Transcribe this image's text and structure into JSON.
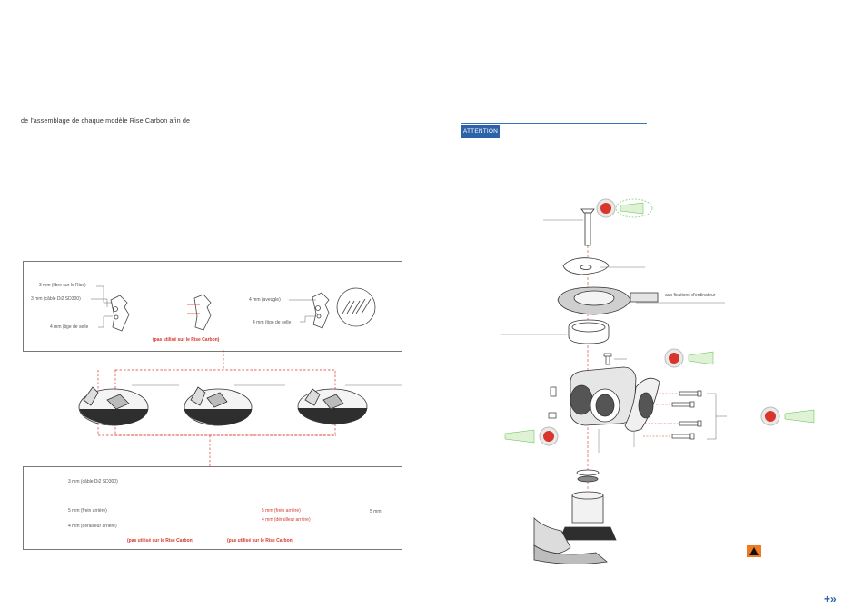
{
  "intro_text": "de l'assemblage de chaque modèle Rise Carbon afin de",
  "attention": {
    "label": "ATTENTION"
  },
  "top_box": {
    "left_labels": [
      "3 mm (libre sur le Rise)",
      "3 mm (câble Di2 SD300)",
      "4 mm (tige de selle"
    ],
    "middle_note": "(pas utilisé sur le Rise Carbon)",
    "right_labels": [
      "4 mm (aveugle)",
      "4 mm (tige de selle"
    ]
  },
  "bottom_box": {
    "top_label": "3 mm (câble Di2 SD300)",
    "left_labels": [
      "5 mm (frein arrière)",
      "4 mm (dérailleur arrière)"
    ],
    "note_1": "(pas utilisé sur le Rise Carbon)",
    "note_2": "(pas utilisé sur le Rise Carbon)",
    "red_labels": [
      "5 mm (frein arrière)",
      "4 mm (dérailleur arrière)"
    ],
    "right_label": "5 mm"
  },
  "exploded": {
    "computer_label": "aux fixations d'ordinateur"
  },
  "colors": {
    "attention_blue": "#2d62a8",
    "warning_orange": "#ef7a22",
    "note_red": "#d8362b",
    "torque_green": "#5bbf4a"
  },
  "icons": [
    "torque-wrench-icon",
    "warning-triangle-icon",
    "next-page-icon"
  ],
  "nav": {
    "next": "+»"
  }
}
